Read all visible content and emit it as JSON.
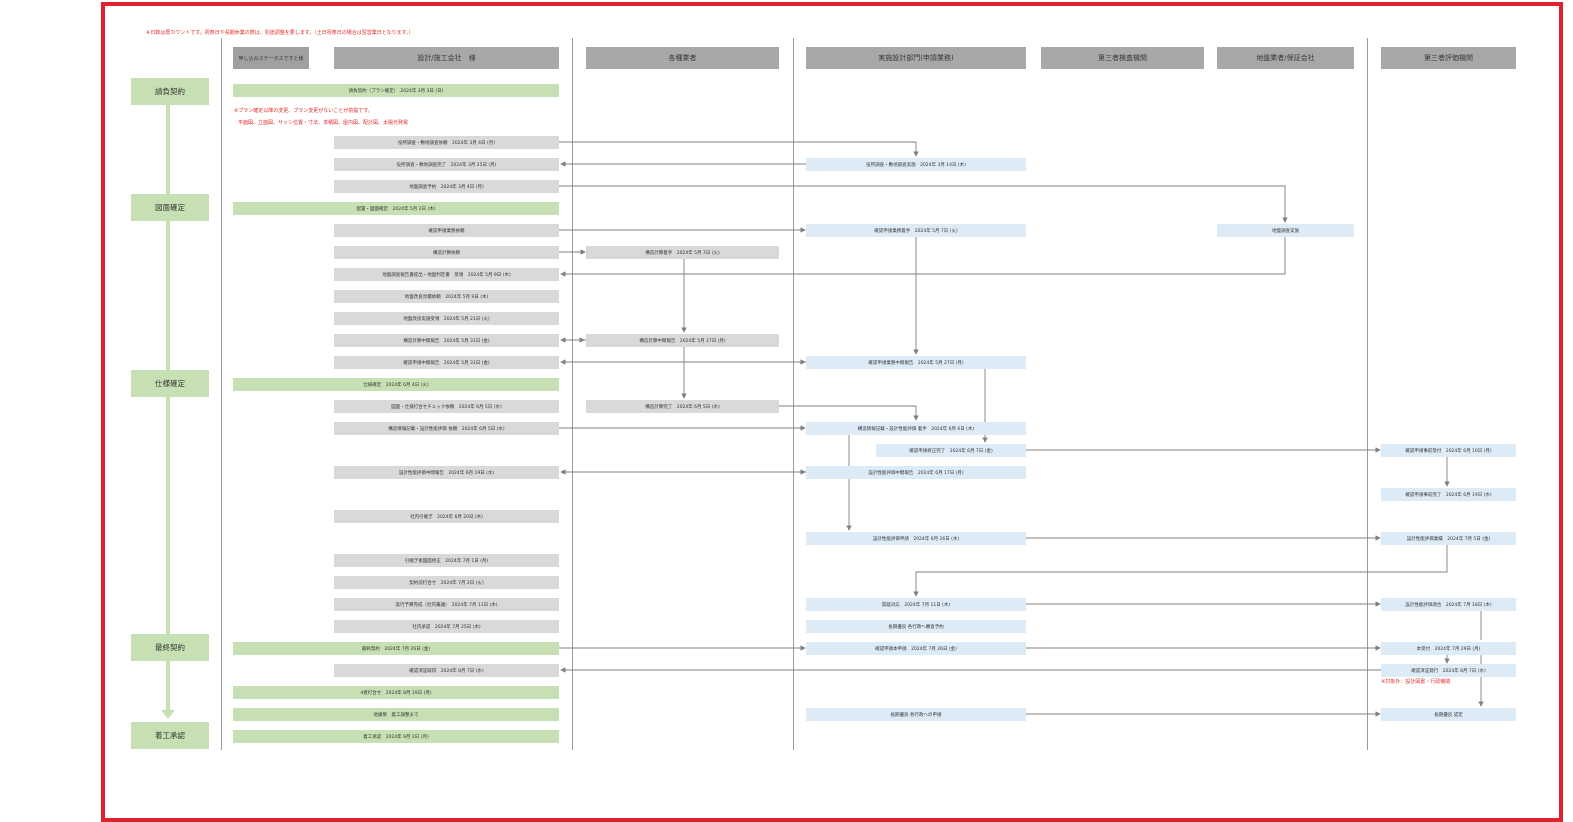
{
  "notes": {
    "top": "※日数は暦カウントです。祝祭日や長期休業の際は、別途調整を要します。（土日祝祭日の場合は翌営業日となります。）",
    "plan_fixed": "※プラン確定以降の変更、プラン変更がないことが前提です。",
    "plan_items": "平面図、立面図、サッシ位置・寸法、求積図、屋内図、配計図、太陽光発電",
    "target": "※対象外：設計図書・行政機関"
  },
  "columns": {
    "status": "申し込みステータスですと様",
    "client": "設計/施工会社　様",
    "vendors": "各種業者",
    "design": "実施設計部門(申請業務)",
    "inspection": "第三者検査機関",
    "ground": "地盤業者/保証会社",
    "evaluation": "第三者評価機関"
  },
  "phases": [
    "請負契約",
    "図面確定",
    "仕様確定",
    "最終契約",
    "着工承認"
  ],
  "tasks": {
    "t1": "請負契約（プラン確定）　2024年 3月 3日 (日)",
    "t2": "役所調査・敷地調査依頼　2024年 3月 4日 (月)",
    "t3": "役所調査・敷地調査完了　2024年 3月 25日 (月)",
    "t4": "地盤調査予約　2024年 3月 4日 (月)",
    "t5": "配置・図面確定　2024年 5月 2日 (木)",
    "t6": "確認申請業務依頼",
    "t7": "構造計算依頼",
    "t8": "地盤調査報告書提出・地盤判定書　受領　2024年 5月 9日 (木)",
    "t9": "地盤改良見積依頼　2024年 5月 9日 (木)",
    "t10": "地盤改良実施受領　2024年 5月 21日 (火)",
    "t11": "構造計算中間報告　2024年 5月 31日 (金)",
    "t12": "確認申請中間報告　2024年 5月 31日 (金)",
    "t13": "仕様確定　2024年 6月 4日 (火)",
    "t14": "図面・仕様打合せチェック依頼　2024年 6月 5日 (水)",
    "t15": "構造情報記載・設計性能評価 依頼　2024年 6月 5日 (水)",
    "t16": "設計性能評価中間報告　2024年 6月 19日 (水)",
    "t17": "社内引継ぎ　2024年 6月 20日 (木)",
    "t18": "引継ぎ後図面修正　2024年 7月 1日 (月)",
    "t19": "契約前打合せ　2024年 7月 2日 (火)",
    "t20": "実行予算完成（社内稟議）　2024年 7月 11日 (木)",
    "t21": "社内承認　2024年 7月 25日 (木)",
    "t22": "最終契約　2024年 7月 26日 (金)",
    "t23": "確認済証取得　2024年 8月 7日 (水)",
    "t24": "4者打合せ　2024年 8月 19日 (月)",
    "t25": "地鎮祭　着工調整まで",
    "t26": "着工承認　2024年 9月 2日 (月)",
    "v1": "構造計算着手　2024年 5月 7日 (火)",
    "v2": "構造計算中間報告　2024年 5月 27日 (月)",
    "v3": "構造計算完了　2024年 6月 5日 (水)",
    "d1": "役所調査・敷地調査実施　2024年 3月 14日 (木)",
    "d2": "確認申請業務着手　2024年 5月 7日 (火)",
    "d3": "確認申請業務中間報告　2024年 5月 27日 (月)",
    "d4": "構造情報記載・設計性能評価 着手　2024年 6月 6日 (木)",
    "d5": "確認申請修正完了　2024年 6月 7日 (金)",
    "d6": "設計性能評価中間報告　2024年 6月 17日 (月)",
    "d7": "設計性能評価申請　2024年 6月 26日 (水)",
    "d8": "質疑対応　2024年 7月 11日 (木)",
    "d9": "長期優良 各行政へ審査予約",
    "d10": "確認申請本申請　2024年 7月 26日 (金)",
    "d11": "長期優良 各行政への申請",
    "g1": "地盤調査実施",
    "e1": "確認申請事前受付　2024年 6月 10日 (月)",
    "e2": "確認申請事前完了　2024年 6月 19日 (水)",
    "e3": "設計性能評価業績　2024年 7月 5日 (金)",
    "e4": "設計性能評価適合　2024年 7月 18日 (木)",
    "e5": "本受付　2024年 7月 29日 (月)",
    "e6": "確認済証発行　2024年 8月 7日 (水)",
    "e7": "長期優良 認定"
  },
  "colors": {
    "frame": "#dd2230",
    "phase": "#c6e0b4",
    "client_task": "#d9d9d9",
    "design_task": "#ddebf7",
    "header": "#a8a8a8",
    "note": "#e52d2d",
    "line": "#7f7f7f"
  }
}
